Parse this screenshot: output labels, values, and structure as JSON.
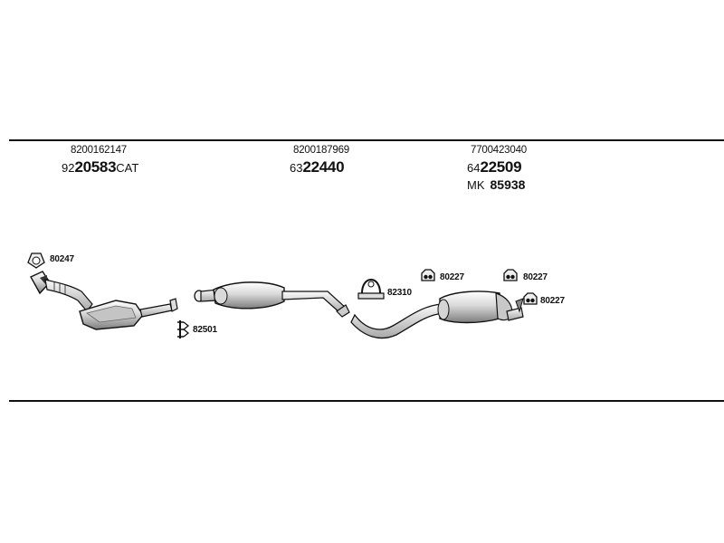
{
  "parts": [
    {
      "oe": "8200162147",
      "prefix": "92",
      "main": "20583",
      "suffix": "CAT"
    },
    {
      "oe": "8200187969",
      "prefix": "63",
      "main": "22440",
      "suffix": ""
    },
    {
      "oe": "7700423040",
      "prefix": "64",
      "main": "22509",
      "suffix": "",
      "kit_prefix": "MK",
      "kit_number": "85938"
    }
  ],
  "callouts": {
    "gasket": "80247",
    "clamp_front": "82501",
    "clamp_mid": "82310",
    "hanger_a": "80227",
    "hanger_b": "80227",
    "hanger_c": "80227"
  }
}
